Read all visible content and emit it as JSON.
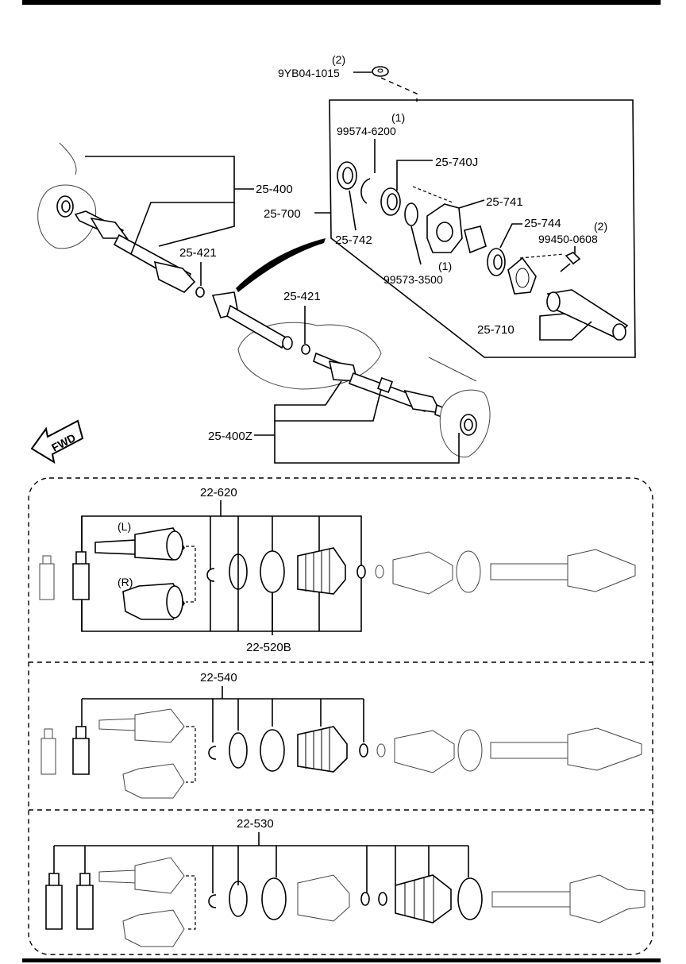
{
  "upper": {
    "bolt_qty": "(2)",
    "bolt_part": "9YB04-1015",
    "clip_qty": "(1)",
    "clip_part": "99574-6200",
    "bearing": "25-740J",
    "bracket": "25-741",
    "seal_inner": "25-744",
    "bolt2_qty": "(2)",
    "bolt2_part": "99450-0608",
    "seal": "25-742",
    "oring_qty": "(1)",
    "oring_part": "99573-3500",
    "shaft_inter": "25-710",
    "driveshaft_left": "25-400",
    "intermediate_assy": "25-700",
    "snap_ring_a": "25-421",
    "snap_ring_b": "25-421",
    "driveshaft_right": "25-400Z",
    "fwd": "FWD"
  },
  "kits": {
    "kit1_top": "22-620",
    "kit1_bottom": "22-520B",
    "left_tag": "(L)",
    "right_tag": "(R)",
    "kit2": "22-540",
    "kit3": "22-530"
  }
}
